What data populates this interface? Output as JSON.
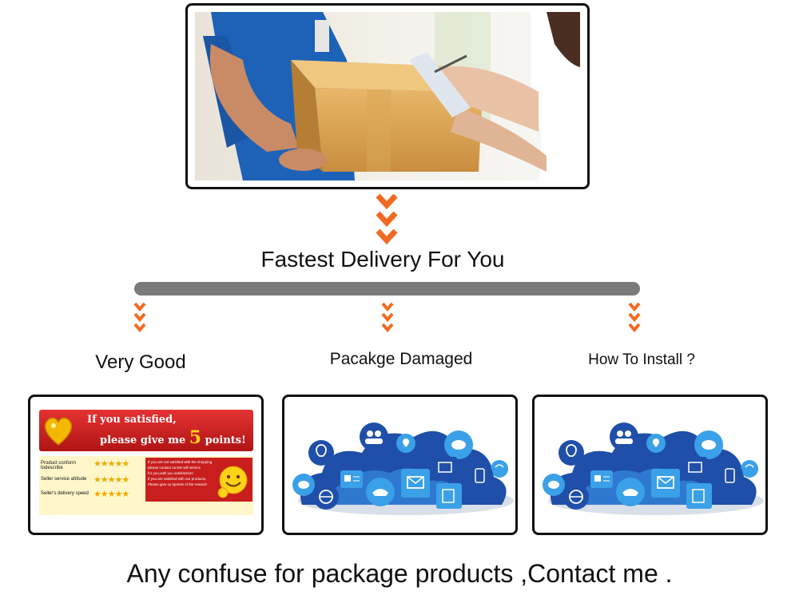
{
  "headline": "Fastest Delivery For You",
  "columns": [
    {
      "label": "Very Good"
    },
    {
      "label": "Pacakge Damaged"
    },
    {
      "label": "How To Install ?"
    }
  ],
  "rating_card": {
    "banner_line1": "If you satisfied,",
    "banner_line2_a": "please give me",
    "banner_number": "5",
    "banner_line2_b": "points!",
    "rows": [
      {
        "label": "Product conform todescribe",
        "stars": 5
      },
      {
        "label": "Seller service attitude",
        "stars": 5
      },
      {
        "label": "Seller's delivery speed",
        "stars": 5
      }
    ],
    "note_lines": [
      "If you are not satisfied with the shopping",
      "please contact us,We will service",
      "for you,until you satisfaction!",
      "If you are satisfied with our products,",
      "Please give us 5points of the reward!"
    ]
  },
  "footer_text": "Any confuse for package products ,Contact me .",
  "colors": {
    "chevron": "#f26a21",
    "bar": "#7a7a7a",
    "banner_red": "#d61f1f",
    "cloud_dark": "#1f4fa8",
    "cloud_light": "#3aa0e8"
  }
}
